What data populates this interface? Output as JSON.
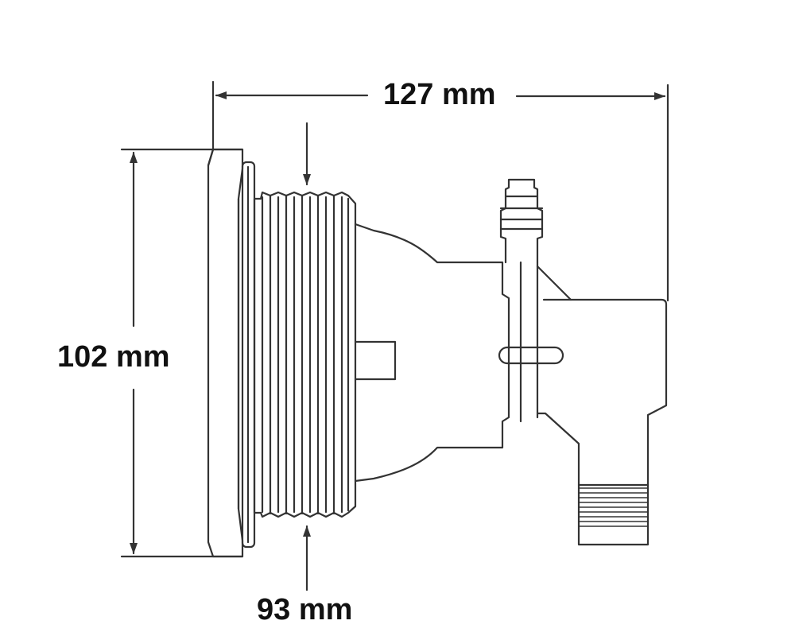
{
  "dimensions": {
    "overall_length": "127 mm",
    "flange_diameter": "102 mm",
    "thread_diameter": "93 mm"
  },
  "colors": {
    "line": "#333333",
    "text": "#111111",
    "background": "#ffffff"
  }
}
